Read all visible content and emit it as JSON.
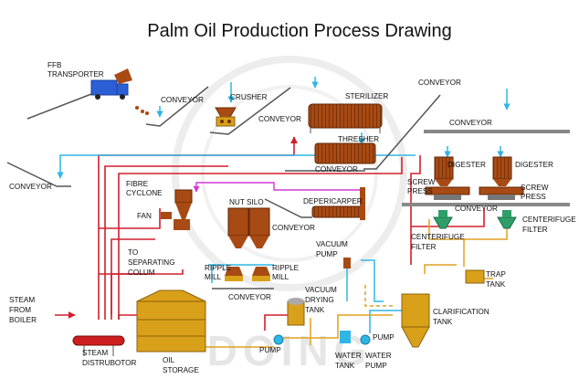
{
  "title": "Palm Oil Production Process Drawing",
  "watermark": "DOING",
  "colors": {
    "steam_line": "#d21f2b",
    "water_line": "#2fb6e6",
    "oil_line": "#e0a020",
    "fibre_line": "#d23ad6",
    "equipment_brown": "#a84a14",
    "equipment_gold": "#d9a019",
    "centrifuge_green": "#2f9f6a",
    "truck_blue": "#2c5fd6",
    "boiler_red": "#cc1e1e"
  },
  "labels": {
    "ffb_transporter": [
      "FFB",
      "TRANSPORTER"
    ],
    "conveyor_1": "CONVEYOR",
    "crusher": "CRUSHER",
    "conveyor_2": "CONVEYOR",
    "sterilizer": "STERILIZER",
    "conveyor_3": "CONVEYOR",
    "conveyor_4": "CONVEYOR",
    "thresher": "THRESHER",
    "conveyor_5": "CONVEYOR",
    "conveyor_left": "CONVEYOR",
    "fibre_cyclone": [
      "FIBRE",
      "CYCLONE"
    ],
    "fan": "FAN",
    "nut_silo": "NUT SILO",
    "depericarper": "DEPERICARPER",
    "conveyor_6": "CONVEYOR",
    "digester_1": "DIGESTER",
    "digester_2": "DIGESTER",
    "screw_press_1": [
      "SCREW",
      "PRESS"
    ],
    "screw_press_2": [
      "SCREW",
      "PRESS"
    ],
    "conveyor_7": "CONVEYOR",
    "centrifuge_filter_1": [
      "CENTERIFUGE",
      "FILTER"
    ],
    "centrifuge_filter_2": [
      "CENTERIFUGE",
      "FILTER"
    ],
    "to_separating": [
      "TO",
      "SEPARATING",
      "COLUM"
    ],
    "ripple_mill_1": [
      "RIPPLE",
      "MILL"
    ],
    "ripple_mill_2": [
      "RIPPLE",
      "MILL"
    ],
    "vacuum_pump": [
      "VACUUM",
      "PUMP"
    ],
    "conveyor_8": "CONVEYOR",
    "vacuum_drying_tank": [
      "VACUUM",
      "DRYING",
      "TANK"
    ],
    "trap_tank": [
      "TRAP",
      "TANK"
    ],
    "steam_from_boiler": [
      "STEAM",
      "FROM",
      "BOILER"
    ],
    "clarification_tank": [
      "CLARIFICATION",
      "TANK"
    ],
    "pump_1": "PUMP",
    "pump_2": "PUMP",
    "steam_distributor": [
      "STEAM",
      "DISTRUBOTOR"
    ],
    "oil_storage": [
      "OIL",
      "STORAGE"
    ],
    "water_tank": [
      "WATER",
      "TANK"
    ],
    "water_pump": [
      "WATER",
      "PUMP"
    ]
  }
}
